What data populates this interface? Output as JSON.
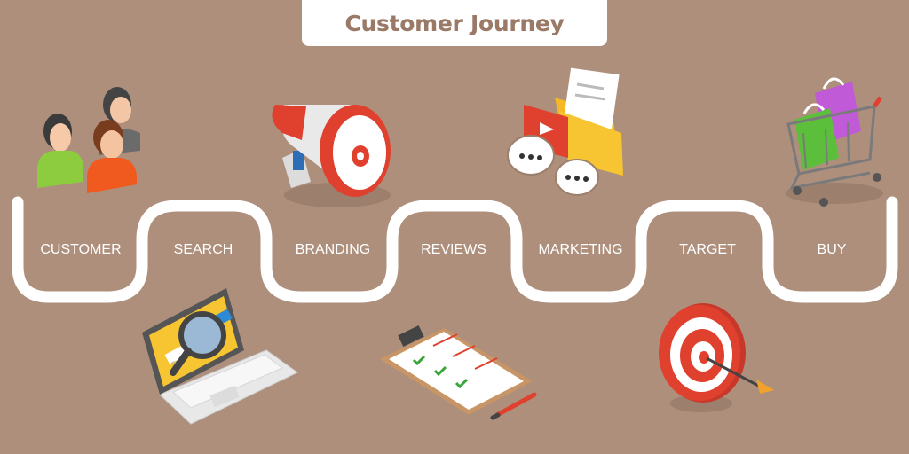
{
  "header": {
    "title": "Customer Journey"
  },
  "stages": [
    {
      "label": "CUSTOMER",
      "icon": "customers-icon"
    },
    {
      "label": "SEARCH",
      "icon": "laptop-search-icon"
    },
    {
      "label": "BRANDING",
      "icon": "megaphone-icon"
    },
    {
      "label": "REVIEWS",
      "icon": "checklist-clipboard-icon"
    },
    {
      "label": "MARKETING",
      "icon": "email-chat-icon"
    },
    {
      "label": "TARGET",
      "icon": "target-arrow-icon"
    },
    {
      "label": "BUY",
      "icon": "shopping-cart-icon"
    }
  ],
  "laptop_screen": {
    "search_text": "Search"
  },
  "colors": {
    "background": "#ad8f7c",
    "path": "#ffffff",
    "title_text": "#9a7966",
    "accent_red": "#e0412f",
    "accent_yellow": "#f7c531",
    "accent_green": "#6abf3c",
    "accent_purple": "#c15ad6"
  }
}
